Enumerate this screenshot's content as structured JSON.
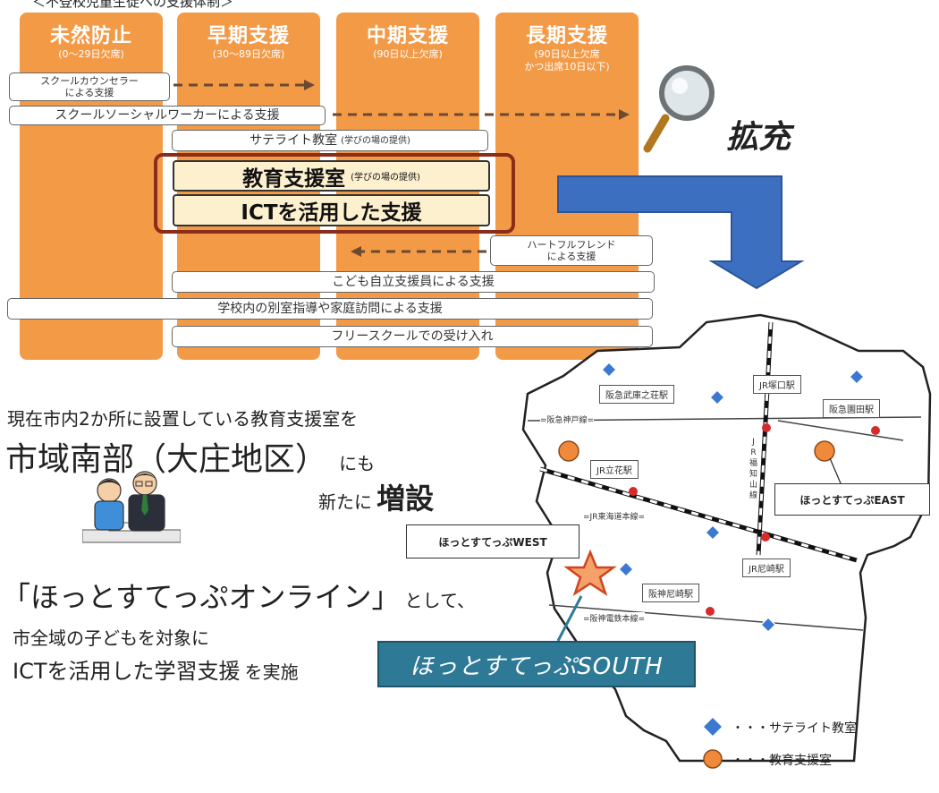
{
  "top_heading": "＜不登校児童生徒への支援体制＞",
  "columns": [
    {
      "title": "未然防止",
      "sub": "(0～29日欠席)"
    },
    {
      "title": "早期支援",
      "sub": "(30～89日欠席)"
    },
    {
      "title": "中期支援",
      "sub": "(90日以上欠席)"
    },
    {
      "title": "長期支援",
      "sub": "(90日以上欠席\nかつ出席10日以下)"
    }
  ],
  "supports": {
    "counselor": "スクールカウンセラー\nによる支援",
    "social_worker": "スクールソーシャルワーカーによる支援",
    "satellite": "サテライト教室",
    "satellite_note": "(学びの場の提供)",
    "edu_room": "教育支援室",
    "edu_room_note": "(学びの場の提供)",
    "ict": "ICTを活用した支援",
    "heartful": "ハートフルフレンド\nによる支援",
    "kodomo": "こども自立支援員による支援",
    "bekishitsu": "学校内の別室指導や家庭訪問による支援",
    "free_school": "フリースクールでの受け入れ"
  },
  "expand_label": "拡充",
  "left_text": {
    "line1": "現在市内2か所に設置している教育支援室を",
    "line2_big": "市域南部（大庄地区）",
    "line2_small": "にも",
    "line3_small": "新たに",
    "line3_big": "増設",
    "line4_big": "「ほっとすてっぷオンライン」",
    "line4_small": "として、",
    "line5": "市全域の子どもを対象に",
    "line6_a": "ICTを活用した学習支援",
    "line6_b": "を実施"
  },
  "map": {
    "stations": [
      "阪急武庫之荘駅",
      "JR塚口駅",
      "阪急園田駅",
      "JR立花駅",
      "JR尼崎駅",
      "阪神尼崎駅"
    ],
    "lines": [
      "=阪急神戸線=",
      "J\nR\n福\n知\n山\n線",
      "=JR東海道本線=",
      "=阪神電鉄本線="
    ],
    "areas": {
      "east": "ほっとすてっぷEAST",
      "west": "ほっとすてっぷWEST",
      "south": "ほっとすてっぷSOUTH"
    }
  },
  "legend": {
    "satellite": "・・・サテライト教室",
    "edu_room": "・・・教育支援室"
  },
  "colors": {
    "orange": "#f39a47",
    "highlight_frame": "#8a2d1a",
    "blue_arrow": "#3d6fc0",
    "south_banner": "#2e7a96",
    "diamond": "#3b78d0",
    "circle": "#f08a3a",
    "station_dot": "#d62b2b"
  }
}
